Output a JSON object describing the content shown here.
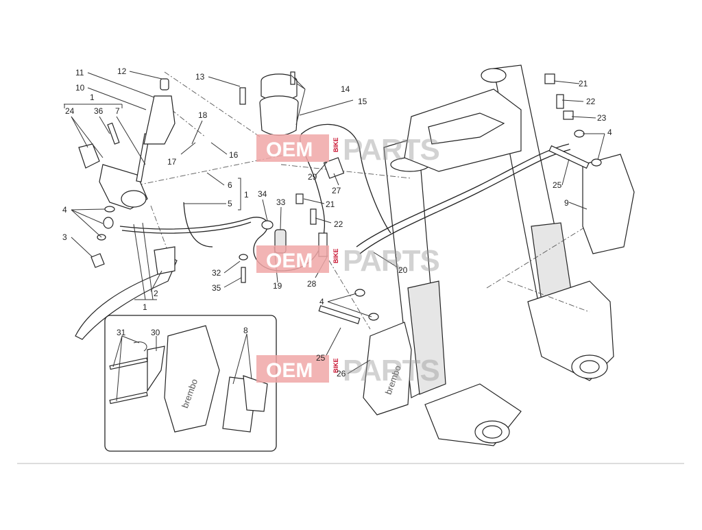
{
  "labels": [
    "1",
    "2",
    "3",
    "4",
    "5",
    "6",
    "7",
    "8",
    "9",
    "10",
    "11",
    "12",
    "13",
    "14",
    "15",
    "16",
    "17",
    "18",
    "19",
    "20",
    "21",
    "22",
    "23",
    "24",
    "25",
    "26",
    "27",
    "28",
    "29",
    "30",
    "31",
    "32",
    "33",
    "34",
    "35",
    "36"
  ],
  "callouts": {
    "c11": "11",
    "c12": "12",
    "c13": "13",
    "c14": "14",
    "c15": "15",
    "c10": "10",
    "c1a": "1",
    "c24": "24",
    "c36": "36",
    "c7": "7",
    "c18": "18",
    "c17": "17",
    "c16": "16",
    "c6": "6",
    "c5": "5",
    "c1b": "1",
    "c4a": "4",
    "c3": "3",
    "c2": "2",
    "c1c": "1",
    "c34": "34",
    "c33": "33",
    "c32": "32",
    "c35": "35",
    "c19": "19",
    "c29": "29",
    "c27": "27",
    "c21a": "21",
    "c22a": "22",
    "c28": "28",
    "c20": "20",
    "c4b": "4",
    "c25a": "25",
    "c26": "26",
    "c21b": "21",
    "c22b": "22",
    "c23": "23",
    "c4c": "4",
    "c25b": "25",
    "c9": "9",
    "c31": "31",
    "c30": "30",
    "c8": "8"
  },
  "watermark": {
    "oem": "OEM",
    "bike": "BIKE",
    "parts": "PARTS"
  },
  "caliper_brand": "brembo"
}
